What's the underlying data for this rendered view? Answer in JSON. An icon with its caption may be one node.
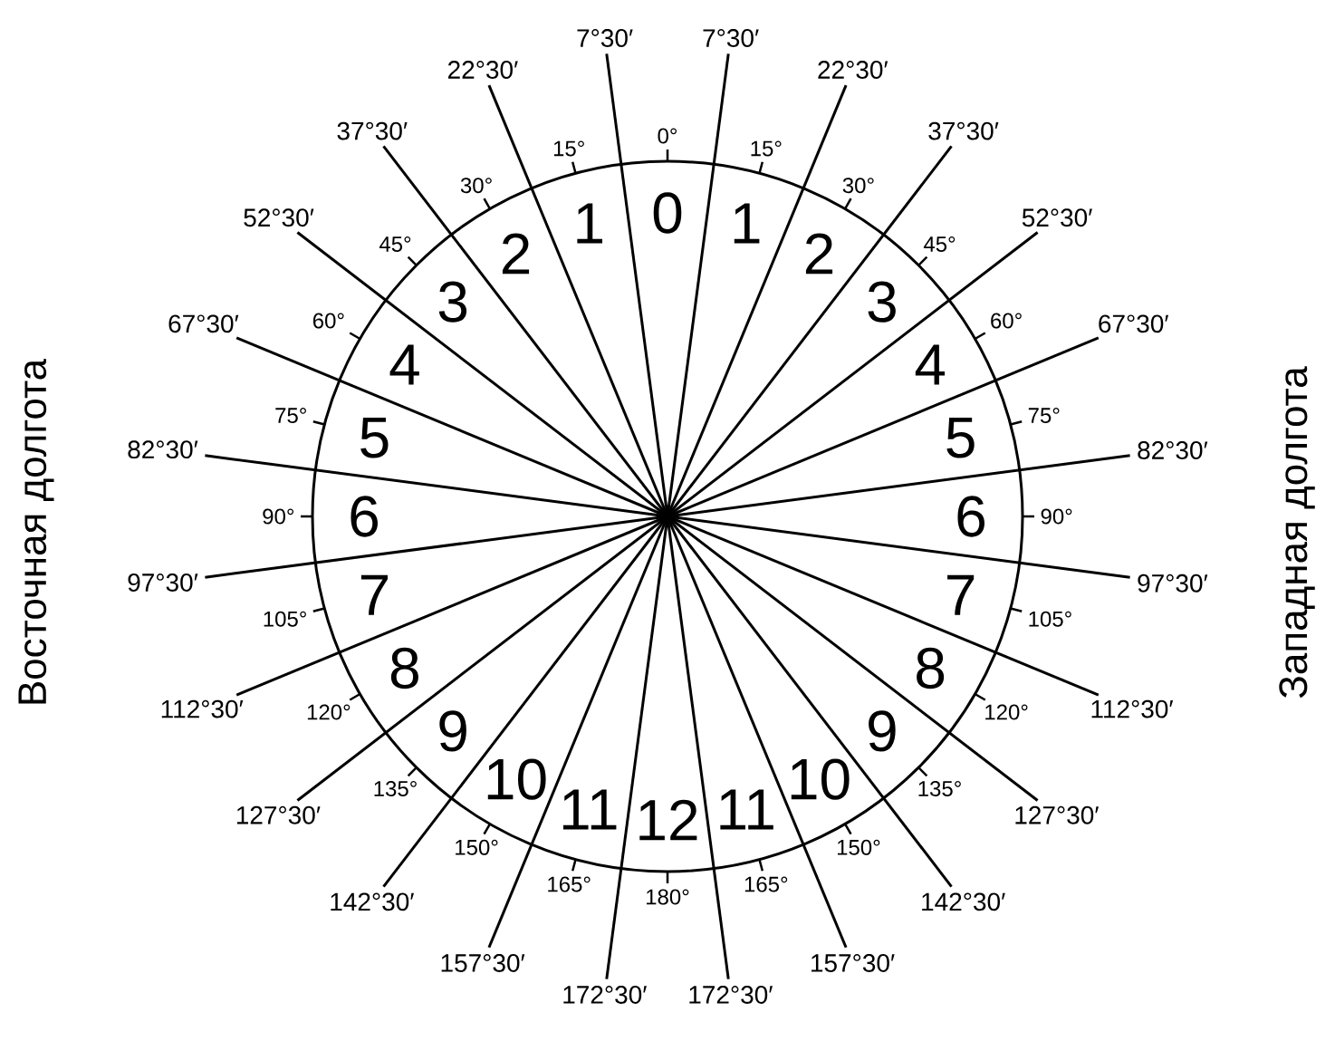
{
  "diagram": {
    "labels": [
      "Восточная долгота",
      "Западная долгота",
      "7°30′",
      "22°30′",
      "37°30′",
      "52°30′",
      "67°30′",
      "82°30′",
      "97°30′",
      "112°30′",
      "127°30′",
      "142°30′",
      "157°30′",
      "172°30′",
      "172°30′",
      "157°30′",
      "142°30′",
      "127°30′",
      "112°30′",
      "97°30′",
      "82°30′",
      "67°30′",
      "52°30′",
      "37°30′",
      "22°30′",
      "7°30′",
      "0°",
      "15°",
      "30°",
      "45°",
      "60°",
      "75°",
      "90°",
      "105°",
      "120°",
      "135°",
      "150°",
      "165°",
      "180°",
      "165°",
      "150°",
      "135°",
      "120°",
      "105°",
      "90°",
      "75°",
      "60°",
      "45°",
      "30°",
      "15°",
      "0",
      "1",
      "2",
      "3",
      "4",
      "5",
      "6",
      "7",
      "8",
      "9",
      "10",
      "11",
      "12",
      "11",
      "10",
      "9",
      "8",
      "7",
      "6",
      "5",
      "4",
      "3",
      "2",
      "1"
    ]
  }
}
